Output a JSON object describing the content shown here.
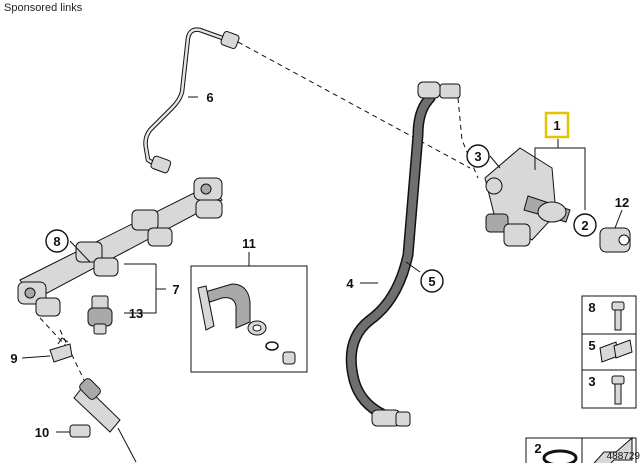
{
  "header": {
    "sponsored": "Sponsored links"
  },
  "callouts": {
    "c1": "1",
    "c2": "2",
    "c3": "3",
    "c4": "4",
    "c5": "5",
    "c6": "6",
    "c7": "7",
    "c8": "8",
    "c9": "9",
    "c10": "10",
    "c11": "11",
    "c12": "12",
    "c13": "13"
  },
  "kit": {
    "k8": "8",
    "k5": "5",
    "k3": "3",
    "k2": "2"
  },
  "diagram_ref": "488729",
  "colors": {
    "highlight": "#e3c400",
    "ink": "#111111"
  }
}
